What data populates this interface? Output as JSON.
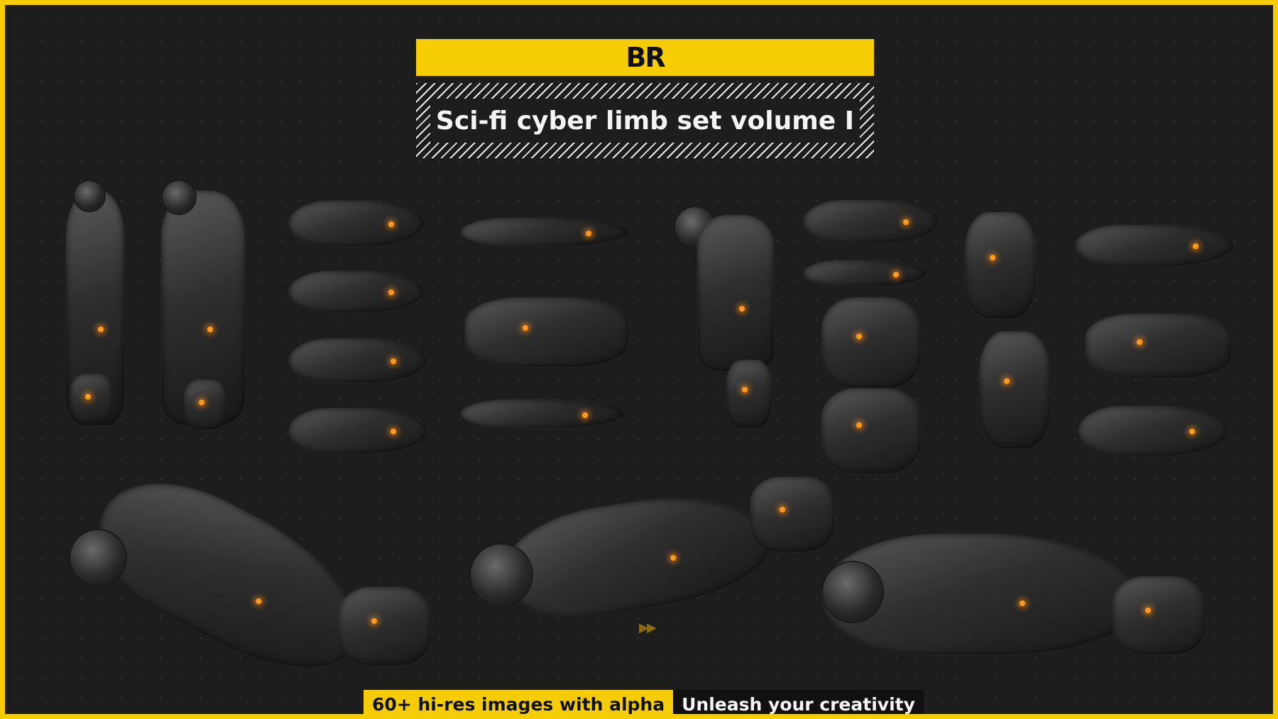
{
  "header": {
    "logo": "BR",
    "title": "Sci-fi cyber limb set volume I"
  },
  "footer": {
    "badge": "60+ hi-res images with alpha",
    "tagline": "Unleash your creativity"
  },
  "colors": {
    "accent": "#f6cd05",
    "background": "#1d1d1d",
    "glow": "#ff9a1f"
  },
  "icons": {
    "arrows": "fast-forward-icon"
  }
}
